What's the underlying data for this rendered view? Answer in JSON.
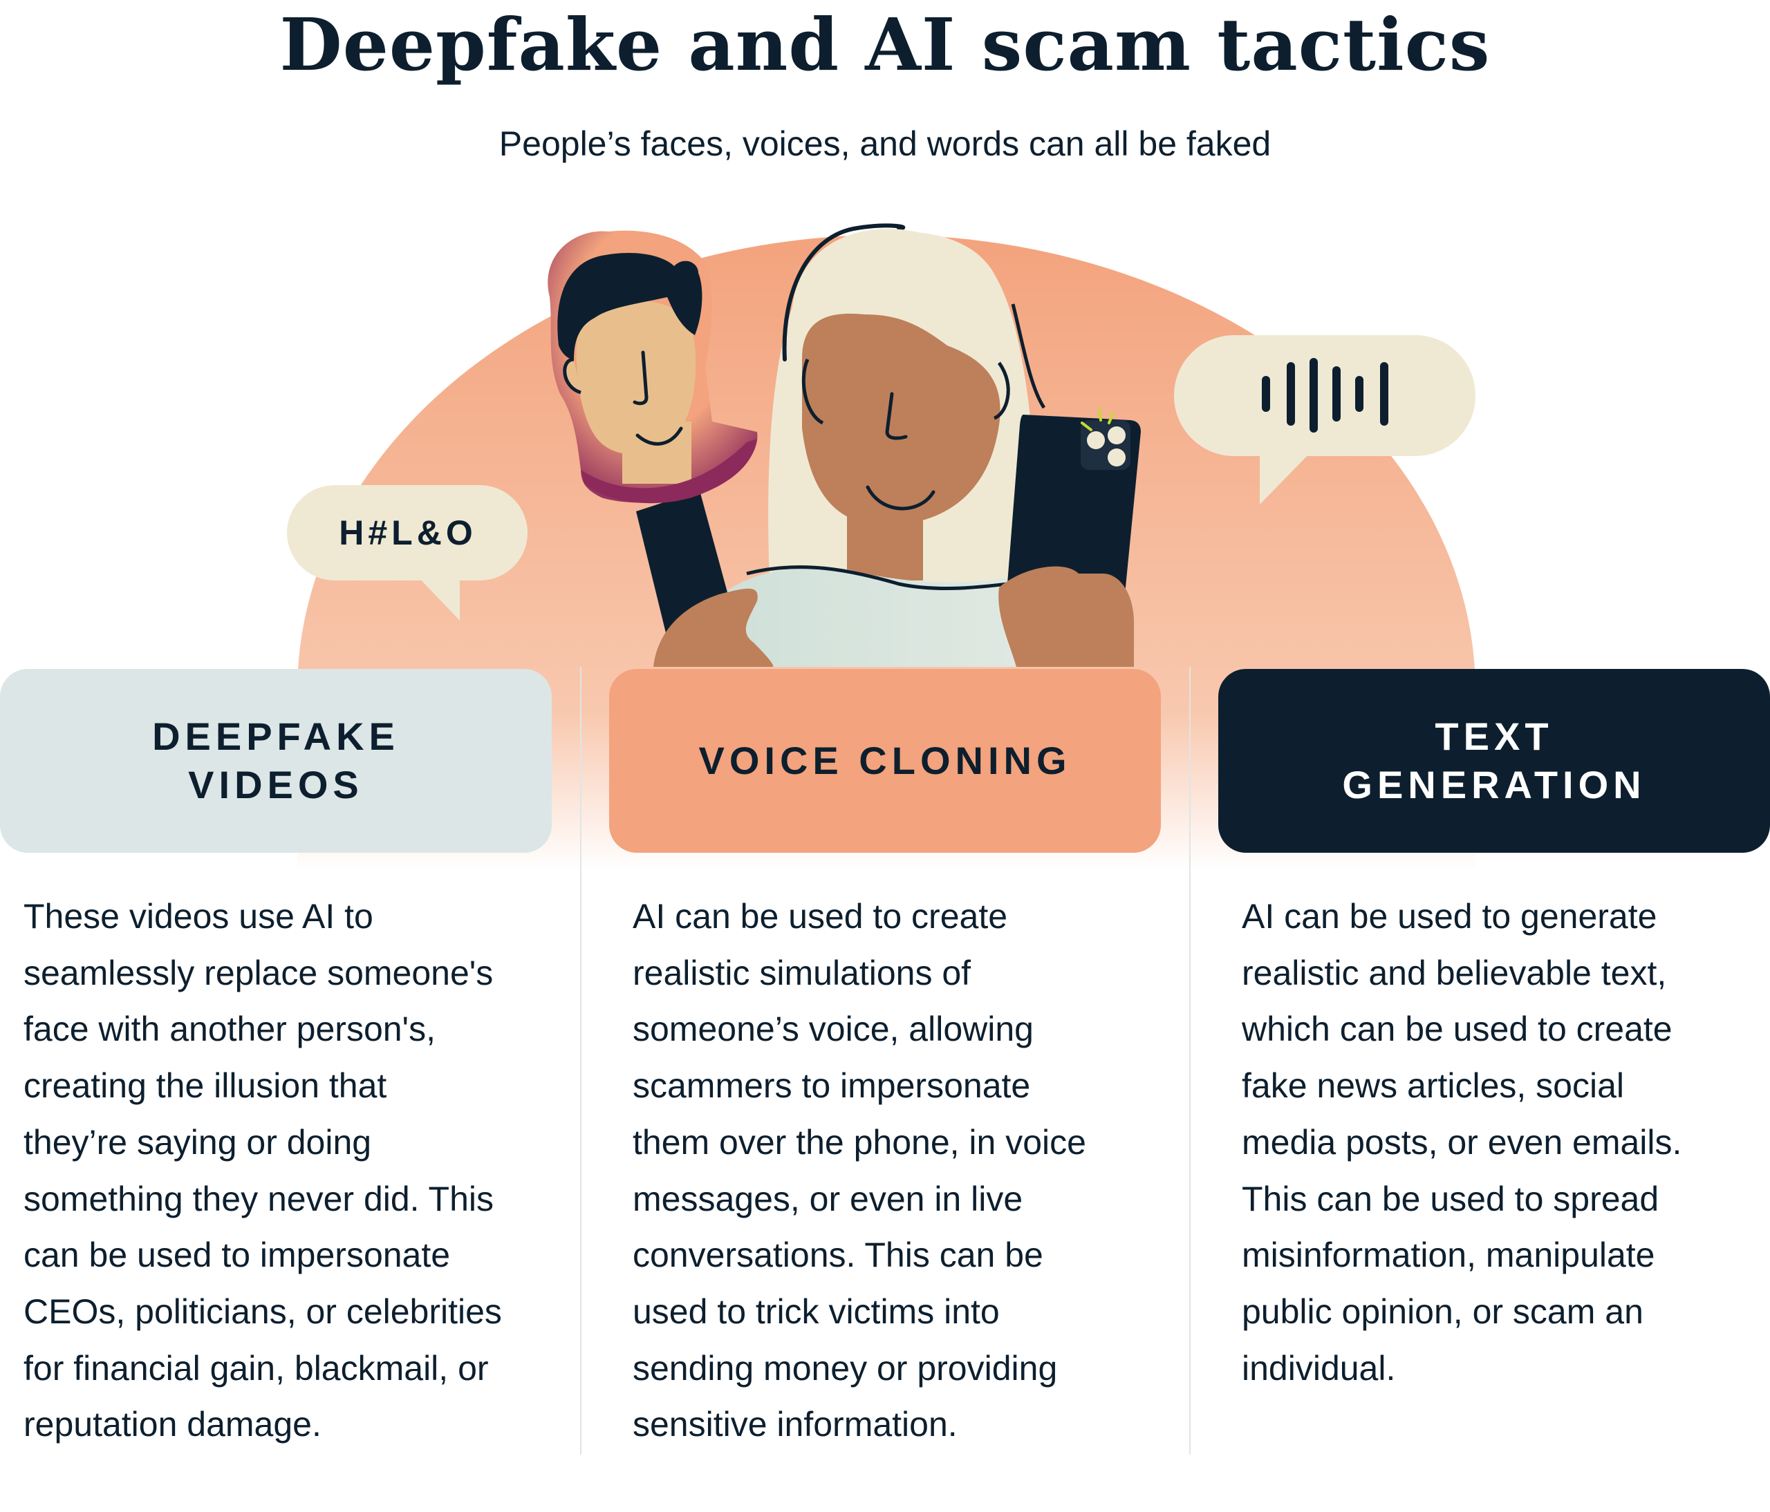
{
  "header": {
    "title": "Deepfake and AI scam tactics",
    "subtitle": "People’s faces, voices, and words can all be faked"
  },
  "illustration": {
    "left_bubble_text": "H#L&O",
    "right_bubble_icon": "audio-waveform-icon",
    "colors": {
      "sunburst": "#f3a37d",
      "bubble": "#efe9d4",
      "navy": "#0d1f2e",
      "skin_dark": "#bd805a",
      "skin_light": "#e8bf8c",
      "mask_rim": "#8c2a5c",
      "shirt": "#d4e1da"
    }
  },
  "columns": [
    {
      "heading": "DEEPFAKE VIDEOS",
      "heading_lines": [
        "DEEPFAKE",
        "VIDEOS"
      ],
      "color": "#dce6e7",
      "text_color": "#0d1f2e",
      "lines": [
        "These videos use AI to",
        "seamlessly replace someone's",
        "face with another person's,",
        "creating the illusion that",
        "they’re saying or doing",
        "something they never did. This",
        "can be used to impersonate",
        "CEOs, politicians, or celebrities",
        "for financial gain, blackmail, or",
        "reputation damage."
      ]
    },
    {
      "heading": "VOICE CLONING",
      "heading_lines": [
        "VOICE CLONING"
      ],
      "color": "#f3a37d",
      "text_color": "#0d1f2e",
      "lines": [
        "AI can be used to create",
        "realistic simulations of",
        "someone’s voice, allowing",
        "scammers to impersonate",
        "them over the phone, in voice",
        "messages, or even in live",
        "conversations. This can be",
        "used to trick victims into",
        "sending money or providing",
        "sensitive information."
      ]
    },
    {
      "heading": "TEXT GENERATION",
      "heading_lines": [
        "TEXT",
        "GENERATION"
      ],
      "color": "#0d1f2e",
      "text_color": "#ffffff",
      "lines": [
        "AI can be used to generate",
        "realistic and believable text,",
        "which can be used to create",
        "fake news articles, social",
        "media posts, or even emails.",
        "This can be used to spread",
        "misinformation, manipulate",
        "public opinion, or scam an",
        "individual."
      ]
    }
  ]
}
